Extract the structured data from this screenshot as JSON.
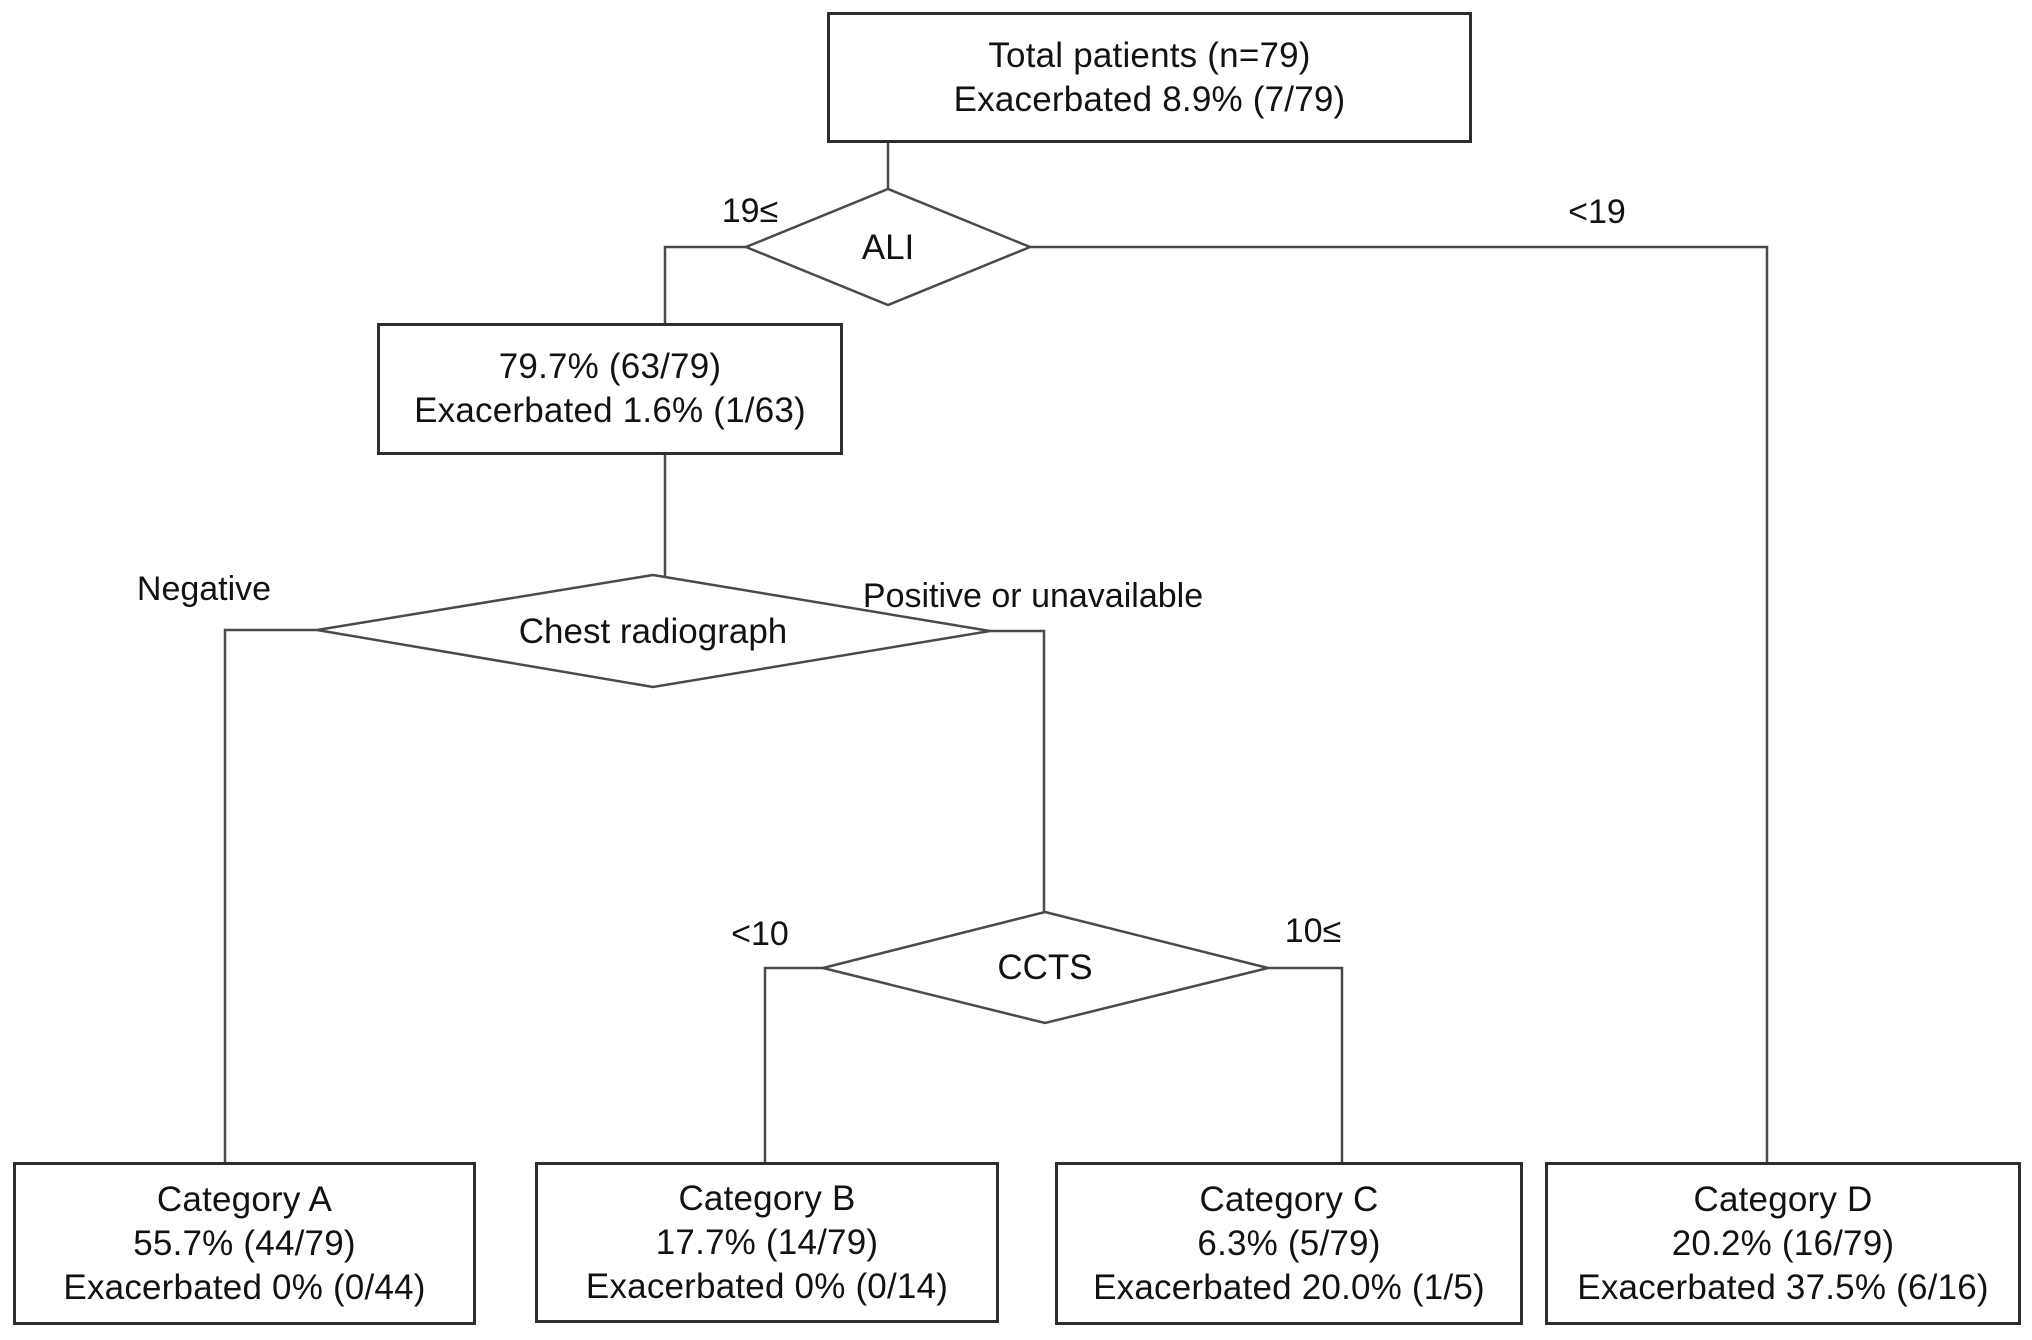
{
  "diagram": {
    "colors": {
      "line": "#4a4a4a",
      "box_border": "#2e2e2e",
      "text": "#121212",
      "background": "#ffffff"
    },
    "nodes": {
      "total_patients": {
        "lines": [
          "Total patients (n=79)",
          "Exacerbated 8.9% (7/79)"
        ]
      },
      "ali_low_branch": {
        "lines": [
          "79.7% (63/79)",
          "Exacerbated 1.6% (1/63)"
        ]
      },
      "category_a": {
        "lines": [
          "Category A",
          "55.7% (44/79)",
          "Exacerbated 0% (0/44)"
        ]
      },
      "category_b": {
        "lines": [
          "Category B",
          "17.7% (14/79)",
          "Exacerbated 0% (0/14)"
        ]
      },
      "category_c": {
        "lines": [
          "Category C",
          "6.3% (5/79)",
          "Exacerbated 20.0% (1/5)"
        ]
      },
      "category_d": {
        "lines": [
          "Category D",
          "20.2% (16/79)",
          "Exacerbated 37.5% (6/16)"
        ]
      }
    },
    "decisions": {
      "ali": {
        "label": "ALI"
      },
      "chest_radiograph": {
        "label": "Chest radiograph"
      },
      "ccts": {
        "label": "CCTS"
      }
    },
    "edge_labels": {
      "ali_left": "19≤",
      "ali_right": "<19",
      "chest_left": "Negative",
      "chest_right": "Positive or unavailable",
      "ccts_left": "<10",
      "ccts_right": "10≤"
    }
  }
}
